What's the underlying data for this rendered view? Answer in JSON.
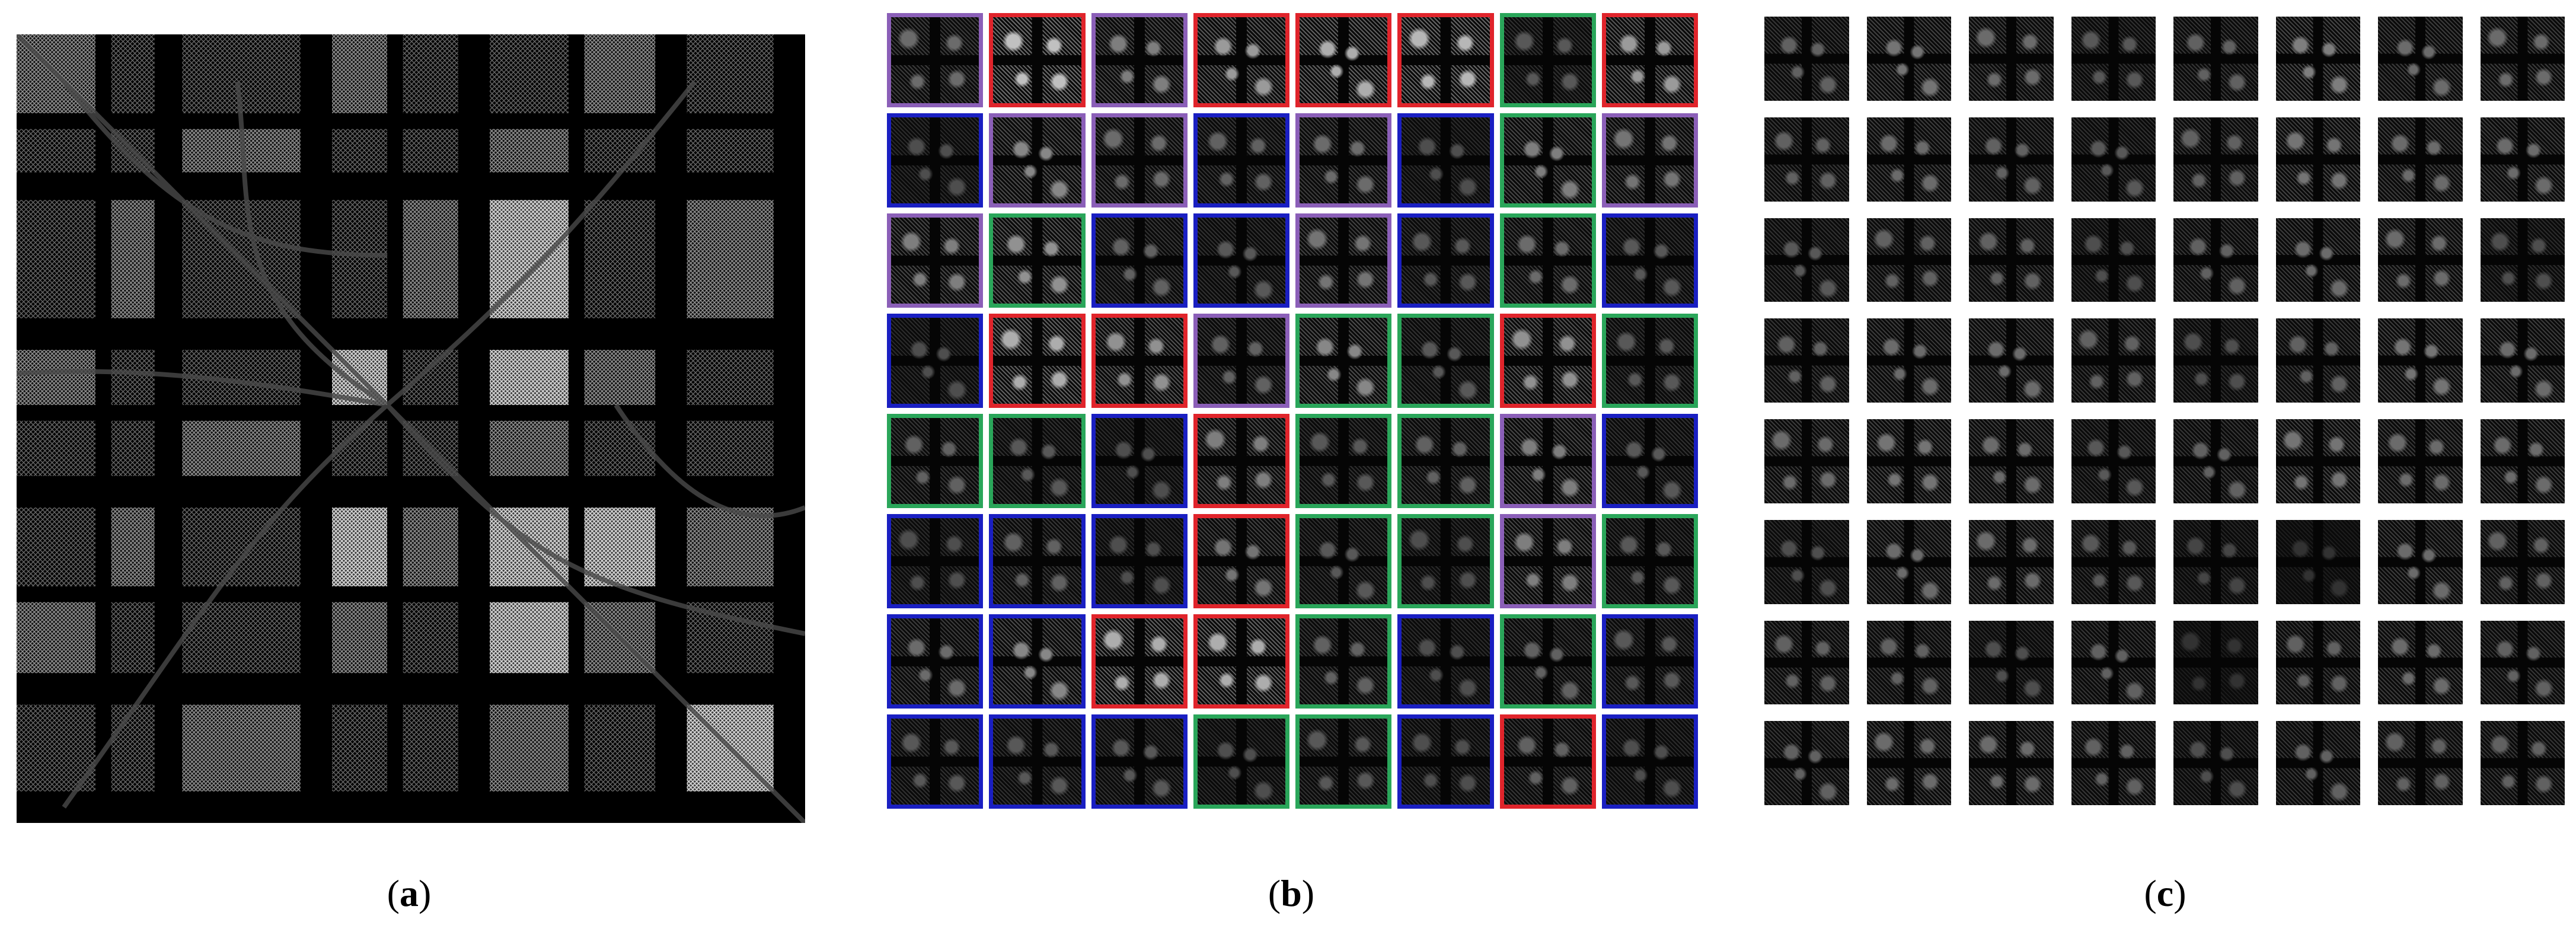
{
  "captions": {
    "a": "a",
    "b": "b",
    "c": "c"
  },
  "colors": {
    "frame_purple": "#8b5fb8",
    "frame_red": "#e0242b",
    "frame_blue": "#1a1fc2",
    "frame_green": "#2aa65a"
  },
  "grid_b_frames": [
    [
      "purple",
      "red",
      "purple",
      "red",
      "red",
      "red",
      "green",
      "red"
    ],
    [
      "blue",
      "purple",
      "purple",
      "blue",
      "purple",
      "blue",
      "green",
      "purple"
    ],
    [
      "purple",
      "green",
      "blue",
      "blue",
      "purple",
      "blue",
      "green",
      "blue"
    ],
    [
      "blue",
      "red",
      "red",
      "purple",
      "green",
      "green",
      "red",
      "green"
    ],
    [
      "green",
      "green",
      "blue",
      "red",
      "green",
      "green",
      "purple",
      "blue"
    ],
    [
      "blue",
      "blue",
      "blue",
      "red",
      "green",
      "green",
      "purple",
      "green"
    ],
    [
      "blue",
      "blue",
      "red",
      "red",
      "green",
      "blue",
      "green",
      "blue"
    ],
    [
      "blue",
      "blue",
      "blue",
      "green",
      "green",
      "blue",
      "red",
      "blue"
    ]
  ],
  "grid_b_brightness": [
    [
      0.35,
      0.8,
      0.45,
      0.6,
      0.7,
      0.75,
      0.25,
      0.6
    ],
    [
      0.2,
      0.5,
      0.35,
      0.3,
      0.35,
      0.2,
      0.45,
      0.4
    ],
    [
      0.45,
      0.55,
      0.3,
      0.25,
      0.4,
      0.25,
      0.35,
      0.25
    ],
    [
      0.2,
      0.7,
      0.55,
      0.3,
      0.5,
      0.25,
      0.55,
      0.25
    ],
    [
      0.3,
      0.25,
      0.2,
      0.45,
      0.25,
      0.3,
      0.45,
      0.25
    ],
    [
      0.2,
      0.3,
      0.2,
      0.4,
      0.25,
      0.2,
      0.45,
      0.25
    ],
    [
      0.35,
      0.5,
      0.7,
      0.7,
      0.3,
      0.2,
      0.3,
      0.25
    ],
    [
      0.25,
      0.25,
      0.25,
      0.2,
      0.25,
      0.2,
      0.3,
      0.2
    ]
  ],
  "grid_c_brightness": [
    [
      0.3,
      0.4,
      0.35,
      0.25,
      0.3,
      0.45,
      0.35,
      0.35
    ],
    [
      0.3,
      0.35,
      0.3,
      0.25,
      0.3,
      0.4,
      0.35,
      0.35
    ],
    [
      0.25,
      0.3,
      0.3,
      0.2,
      0.3,
      0.35,
      0.35,
      0.2
    ],
    [
      0.3,
      0.35,
      0.35,
      0.3,
      0.2,
      0.3,
      0.4,
      0.35
    ],
    [
      0.35,
      0.4,
      0.35,
      0.25,
      0.3,
      0.4,
      0.35,
      0.35
    ],
    [
      0.2,
      0.35,
      0.35,
      0.25,
      0.15,
      0.05,
      0.35,
      0.3
    ],
    [
      0.3,
      0.3,
      0.2,
      0.3,
      0.05,
      0.3,
      0.35,
      0.3
    ],
    [
      0.3,
      0.35,
      0.35,
      0.3,
      0.2,
      0.3,
      0.3,
      0.3
    ]
  ]
}
